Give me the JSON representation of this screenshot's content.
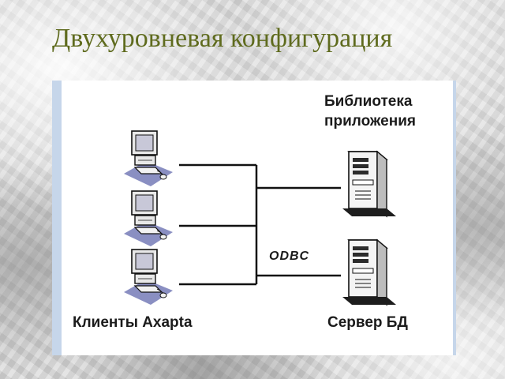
{
  "slide": {
    "title": "Двухуровневая конфигурация"
  },
  "diagram": {
    "label_app_library_line1": "Библиотека",
    "label_app_library_line2": "приложения",
    "label_odbc": "ODBC",
    "label_clients": "Клиенты Axapta",
    "label_db_server": "Сервер БД",
    "client_count": 3,
    "colors": {
      "title": "#5f6b1e",
      "panel_border": "#c6d6ea",
      "client_base": "#8a8fc2",
      "line": "#111111"
    },
    "icons": [
      "client-computer-icon",
      "application-server-icon",
      "database-server-icon"
    ]
  }
}
